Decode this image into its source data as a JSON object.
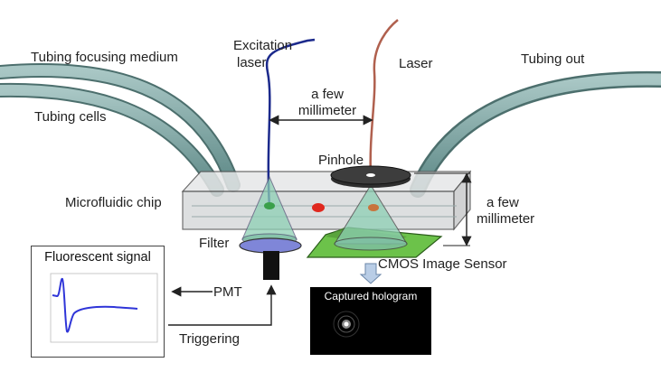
{
  "labels": {
    "tubing_focusing": "Tubing focusing medium",
    "tubing_cells": "Tubing cells",
    "excitation_laser_1": "Excitation",
    "excitation_laser_2": "laser",
    "laser": "Laser",
    "tubing_out": "Tubing out",
    "few_mm_top_1": "a few",
    "few_mm_top_2": "millimeter",
    "pinhole": "Pinhole",
    "microfluidic_chip": "Microfluidic chip",
    "few_mm_right_1": "a few",
    "few_mm_right_2": "millimeter",
    "filter": "Filter",
    "cmos": "CMOS Image Sensor",
    "pmt": "PMT",
    "triggering": "Triggering"
  },
  "fluorescent_panel": {
    "title": "Fluorescent signal"
  },
  "hologram_panel": {
    "title": "Captured hologram"
  },
  "colors": {
    "tube": "#7fa8a6",
    "excitation_fiber": "#1c2a8c",
    "laser_fiber": "#b0604e",
    "chip": "#d8dadb",
    "cone": "#8ecfb4",
    "pinhole": "#2e2e2e",
    "sensor": "#6cc24a",
    "filter": "#7f86d8",
    "signal": "#2f35d8"
  }
}
